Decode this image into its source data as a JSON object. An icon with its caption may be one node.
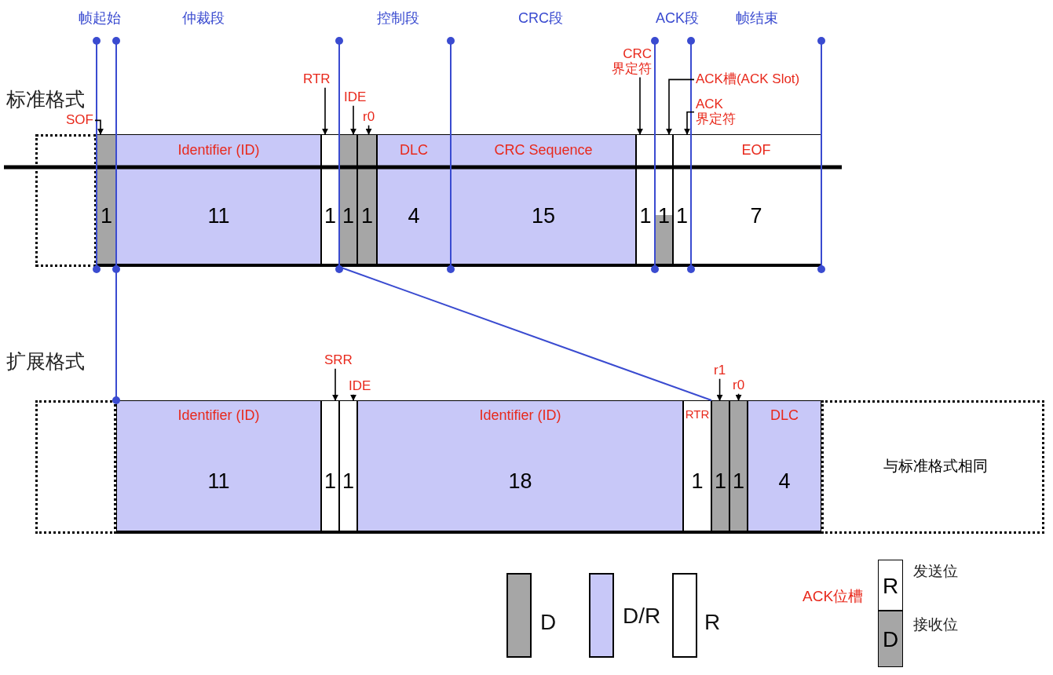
{
  "diagram": {
    "nodes": [
      {
        "text": [],
        "shape": "box"
      },
      {
        "text": [
          "1"
        ]
      },
      {
        "text": [
          "Identifier (ID)",
          "11"
        ]
      },
      {
        "text": [
          "1"
        ]
      },
      {
        "text": [
          "1"
        ]
      },
      {
        "text": [
          "1"
        ]
      },
      {
        "text": [
          "DLC",
          "4"
        ]
      },
      {
        "text": [
          "CRC Sequence",
          "15"
        ]
      },
      {
        "text": [
          "1"
        ]
      },
      {
        "text": [
          "1"
        ]
      },
      {
        "text": [
          "1"
        ]
      },
      {
        "text": [
          "EOF",
          "7"
        ]
      },
      {
        "text": [
          "SOF"
        ]
      },
      {
        "text": [
          "RTR"
        ]
      },
      {
        "text": [
          "IDE"
        ]
      },
      {
        "text": [
          "r0"
        ]
      },
      {
        "text": [
          "CRC 界定符"
        ]
      },
      {
        "text": [
          "ACK槽(ACK Slot)"
        ]
      },
      {
        "text": [
          "ACK 界定符"
        ]
      },
      {
        "text": [],
        "shape": "box"
      },
      {
        "text": [
          "Identifier (ID)",
          "11"
        ]
      },
      {
        "text": [
          "1"
        ]
      },
      {
        "text": [
          "1"
        ]
      },
      {
        "text": [
          "Identifier (ID)",
          "18"
        ]
      },
      {
        "text": [
          "RTR",
          "1"
        ]
      },
      {
        "text": [
          "1"
        ]
      },
      {
        "text": [
          "1"
        ]
      },
      {
        "text": [
          "DLC",
          "4"
        ]
      },
      {
        "text": [
          "与标准格式相同"
        ]
      },
      {
        "text": [
          "SRR"
        ]
      },
      {
        "text": [
          "IDE"
        ]
      },
      {
        "text": [
          "r1"
        ]
      },
      {
        "text": [
          "r0"
        ]
      },
      {
        "text": [
          "R"
        ]
      },
      {
        "text": [
          "D"
        ]
      }
    ],
    "edges": [
      {
        "from": 12,
        "to": 1,
        "arrow": "to"
      },
      {
        "from": 13,
        "to": 3,
        "arrow": "to"
      },
      {
        "from": 14,
        "to": 4,
        "arrow": "to"
      },
      {
        "from": 15,
        "to": 5,
        "arrow": "to"
      },
      {
        "from": 16,
        "to": 8,
        "arrow": "to"
      },
      {
        "from": 17,
        "to": 9,
        "arrow": "to"
      },
      {
        "from": 18,
        "to": 10,
        "arrow": "to"
      },
      {
        "from": 29,
        "to": 21,
        "arrow": "to"
      },
      {
        "from": 30,
        "to": 22,
        "arrow": "to"
      },
      {
        "from": 31,
        "to": 25,
        "arrow": "to"
      },
      {
        "from": 32,
        "to": 26,
        "arrow": "to"
      }
    ],
    "labels": [
      "帧起始",
      "仲裁段",
      "控制段",
      "CRC段",
      "ACK段",
      "帧结束",
      "标准格式",
      "扩展格式",
      "ACK位槽",
      "发送位",
      "接收位"
    ],
    "legend": [
      {
        "text": "D",
        "color": "#a6a6a6"
      },
      {
        "text": "D/R",
        "color": "#c8c8f8"
      },
      {
        "text": "R",
        "color": "#ffffff"
      }
    ]
  }
}
